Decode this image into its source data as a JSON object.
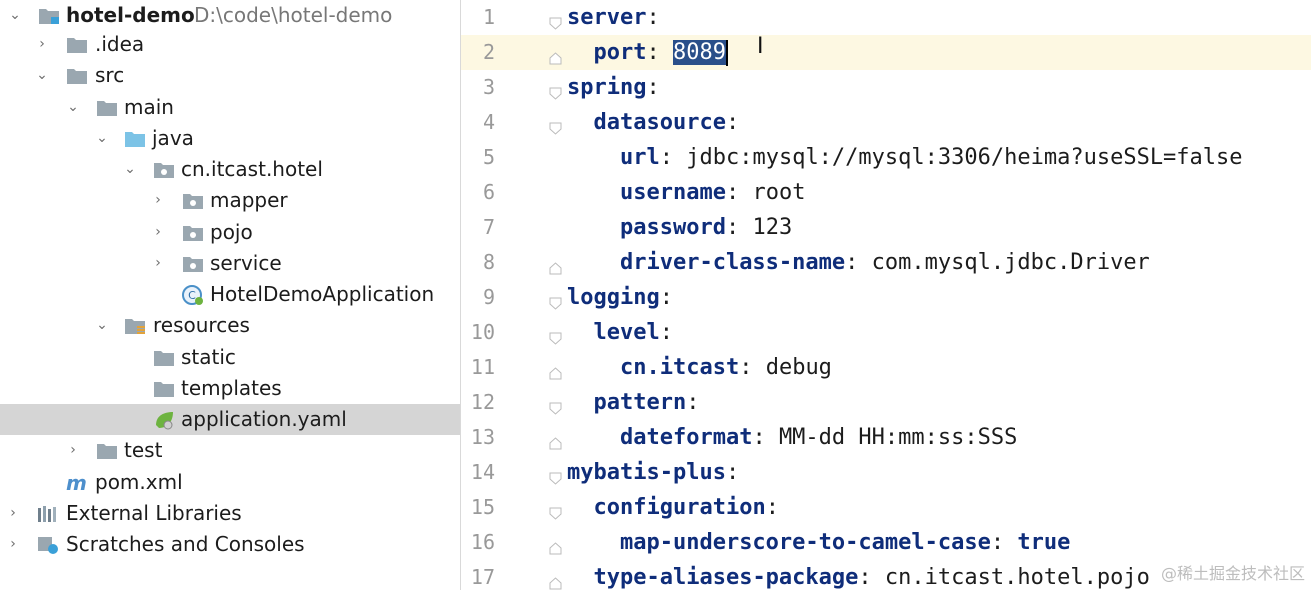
{
  "project_tree": {
    "root": {
      "name": "hotel-demo",
      "path": "D:\\code\\hotel-demo"
    },
    "items": [
      {
        "label": ".idea"
      },
      {
        "label": "src"
      },
      {
        "label": "main"
      },
      {
        "label": "java"
      },
      {
        "label": "cn.itcast.hotel"
      },
      {
        "label": "mapper"
      },
      {
        "label": "pojo"
      },
      {
        "label": "service"
      },
      {
        "label": "HotelDemoApplication"
      },
      {
        "label": "resources"
      },
      {
        "label": "static"
      },
      {
        "label": "templates"
      },
      {
        "label": "application.yaml"
      },
      {
        "label": "test"
      },
      {
        "label": "pom.xml"
      },
      {
        "label": "External Libraries"
      },
      {
        "label": "Scratches and Consoles"
      }
    ]
  },
  "editor": {
    "line_numbers": [
      "1",
      "2",
      "3",
      "4",
      "5",
      "6",
      "7",
      "8",
      "9",
      "10",
      "11",
      "12",
      "13",
      "14",
      "15",
      "16",
      "17"
    ],
    "lines": [
      {
        "key": "server",
        "sep": ":"
      },
      {
        "indent": "  ",
        "key": "port",
        "sep": ": ",
        "value_selected": "8089"
      },
      {
        "key": "spring",
        "sep": ":"
      },
      {
        "indent": "  ",
        "key": "datasource",
        "sep": ":"
      },
      {
        "indent": "    ",
        "key": "url",
        "sep": ": ",
        "value": "jdbc:mysql://mysql:3306/heima?useSSL=false"
      },
      {
        "indent": "    ",
        "key": "username",
        "sep": ": ",
        "value": "root"
      },
      {
        "indent": "    ",
        "key": "password",
        "sep": ": ",
        "value": "123"
      },
      {
        "indent": "    ",
        "key": "driver-class-name",
        "sep": ": ",
        "value": "com.mysql.jdbc.Driver"
      },
      {
        "key": "logging",
        "sep": ":"
      },
      {
        "indent": "  ",
        "key": "level",
        "sep": ":"
      },
      {
        "indent": "    ",
        "key": "cn.itcast",
        "sep": ": ",
        "value": "debug"
      },
      {
        "indent": "  ",
        "key": "pattern",
        "sep": ":"
      },
      {
        "indent": "    ",
        "key": "dateformat",
        "sep": ": ",
        "value": "MM-dd HH:mm:ss:SSS"
      },
      {
        "key": "mybatis-plus",
        "sep": ":"
      },
      {
        "indent": "  ",
        "key": "configuration",
        "sep": ":"
      },
      {
        "indent": "    ",
        "key": "map-underscore-to-camel-case",
        "sep": ": ",
        "value_keyword": "true"
      },
      {
        "indent": "  ",
        "key": "type-aliases-package",
        "sep": ": ",
        "value": "cn.itcast.hotel.pojo"
      }
    ],
    "cursor_glyph": "I"
  },
  "watermark": "@稀土掘金技术社区",
  "colors": {
    "key": "#0f2d7a",
    "selection": "#2a4f8a",
    "current_line": "#fdf8e2",
    "tree_selected": "#d5d5d5",
    "folder": "#9aa7b0",
    "source_folder": "#7cc3e6"
  }
}
